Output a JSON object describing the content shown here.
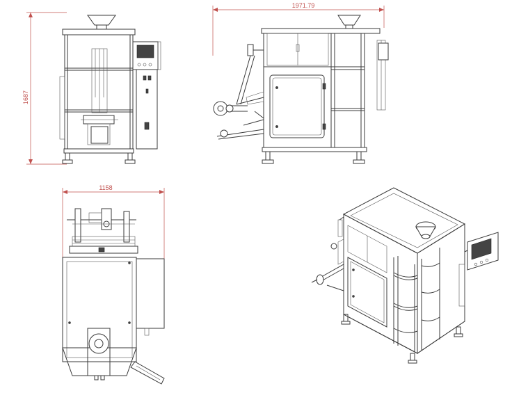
{
  "dimensions": {
    "height_label": "1687",
    "length_label": "1971.79",
    "width_label": "1158"
  },
  "colors": {
    "line": "#3a3a3a",
    "dimension": "#c0504d",
    "background": "#ffffff"
  }
}
